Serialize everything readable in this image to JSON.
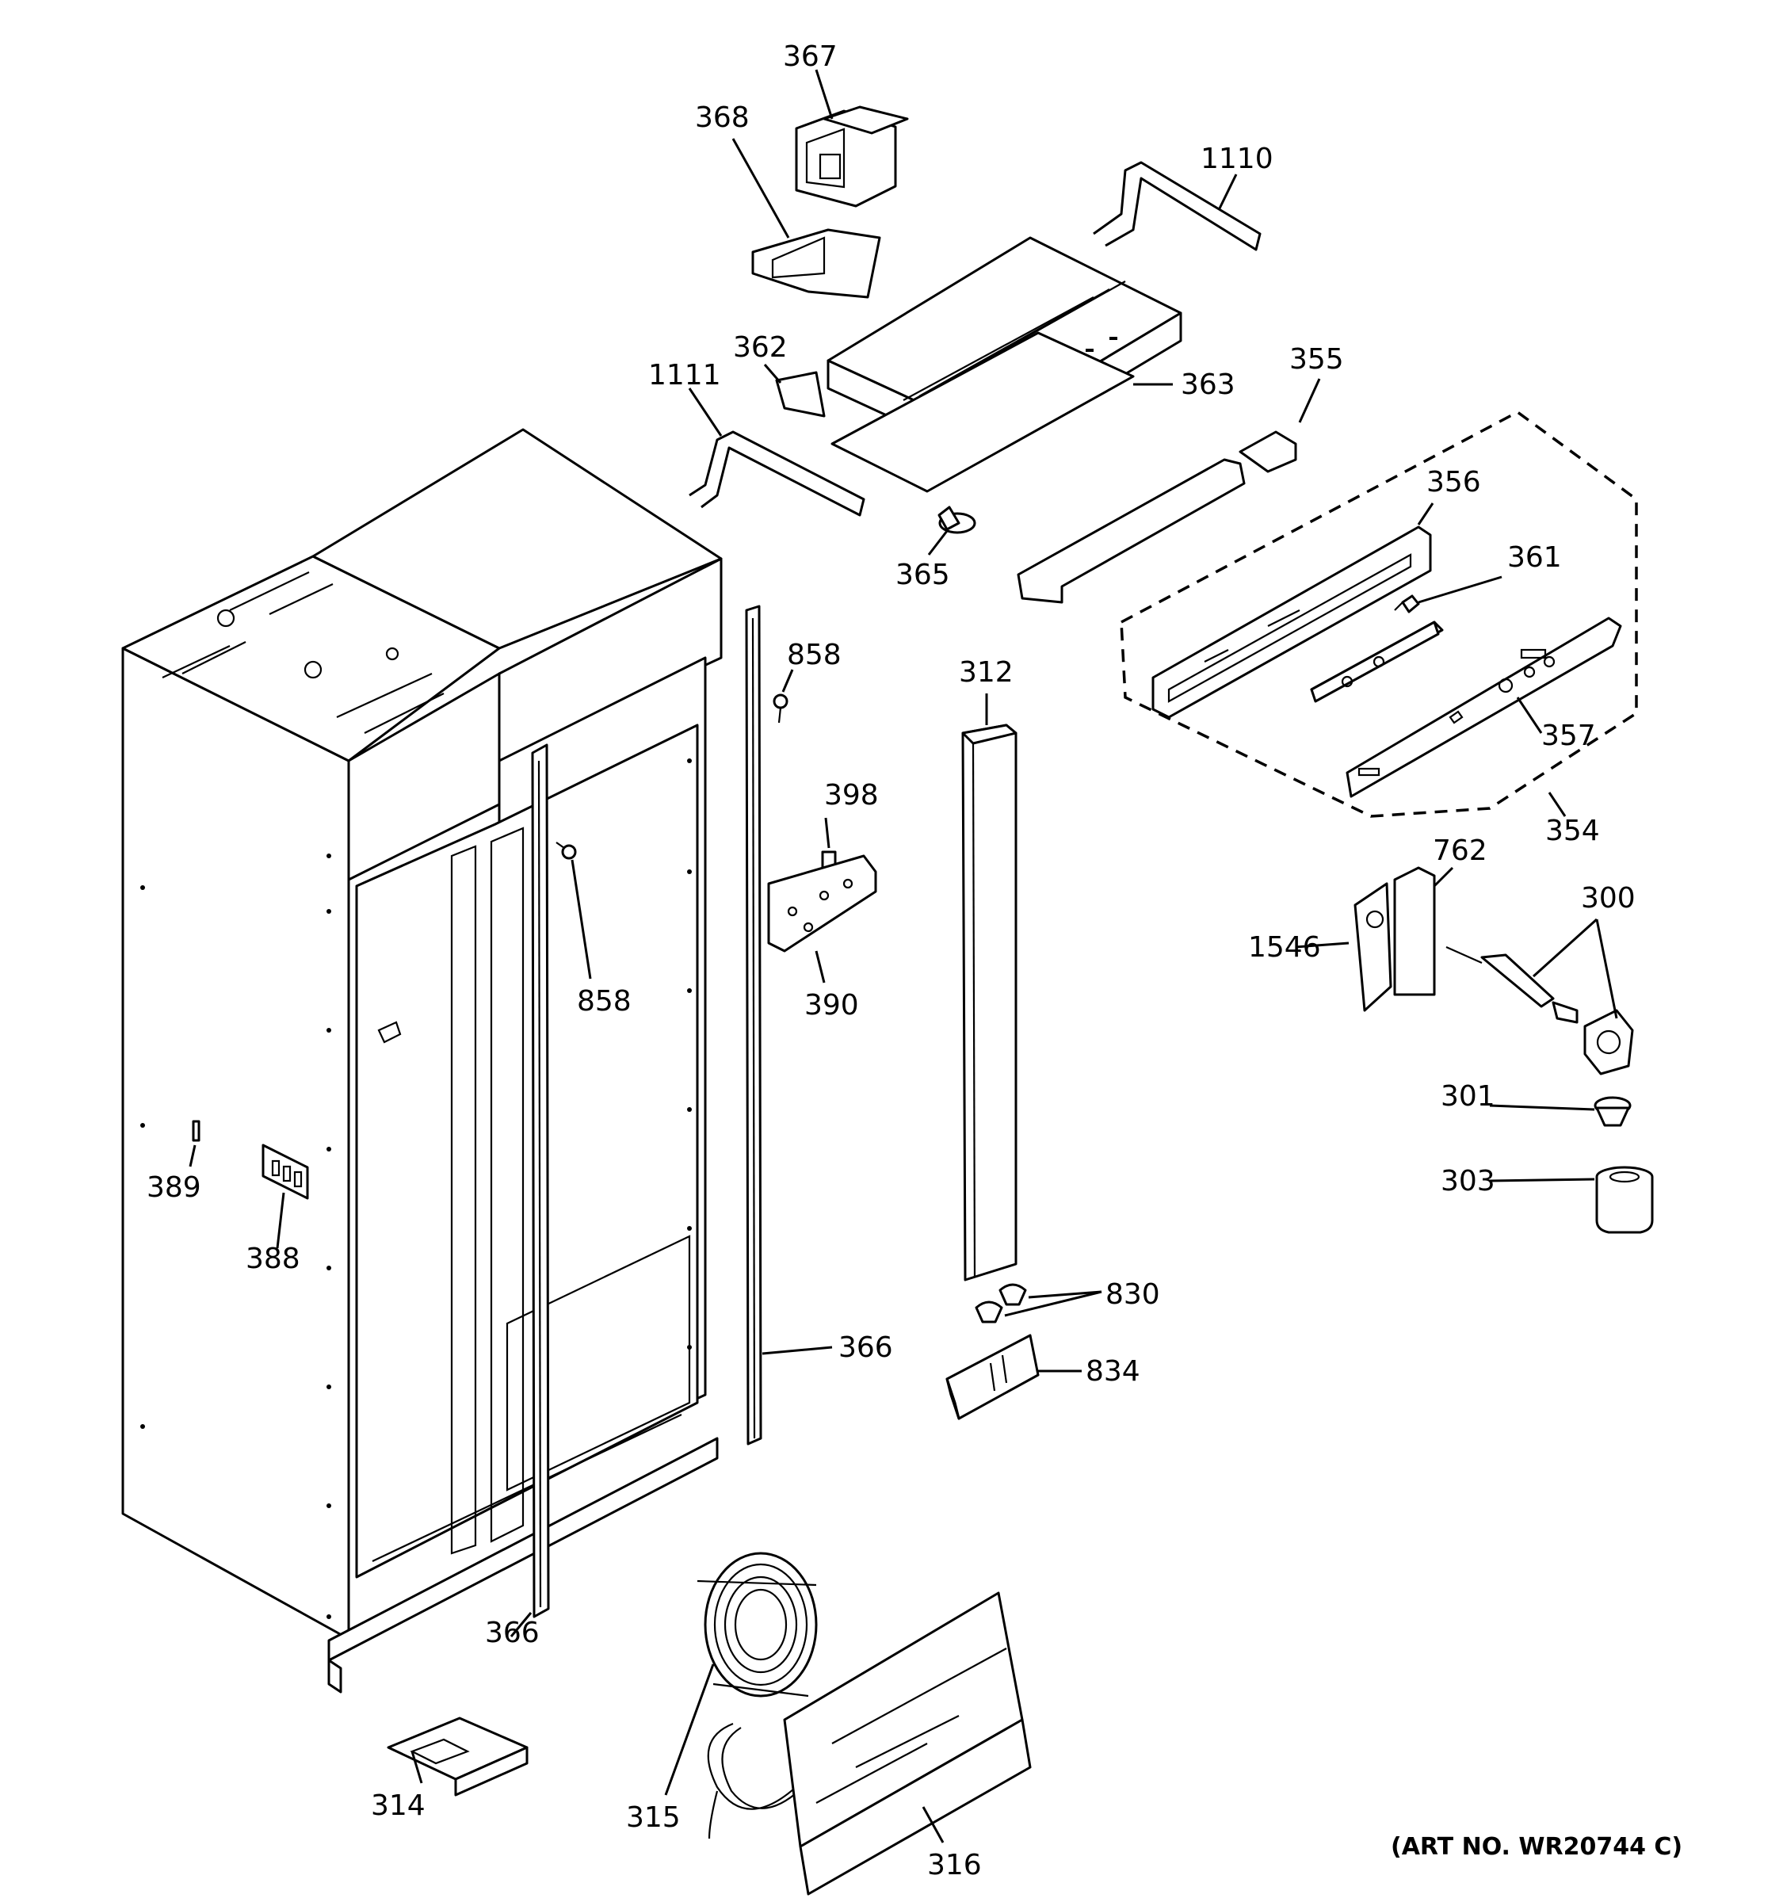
{
  "art_number": "(ART NO. WR20744 C)",
  "callouts": {
    "c300": "300",
    "c301": "301",
    "c303": "303",
    "c312": "312",
    "c314": "314",
    "c315": "315",
    "c316": "316",
    "c354": "354",
    "c355": "355",
    "c356": "356",
    "c357": "357",
    "c361": "361",
    "c362": "362",
    "c363": "363",
    "c365": "365",
    "c366a": "366",
    "c366b": "366",
    "c367": "367",
    "c368": "368",
    "c388": "388",
    "c389": "389",
    "c390": "390",
    "c398": "398",
    "c762": "762",
    "c830": "830",
    "c834": "834",
    "c858a": "858",
    "c858b": "858",
    "c1110": "1110",
    "c1111": "1111",
    "c1546": "1546"
  }
}
